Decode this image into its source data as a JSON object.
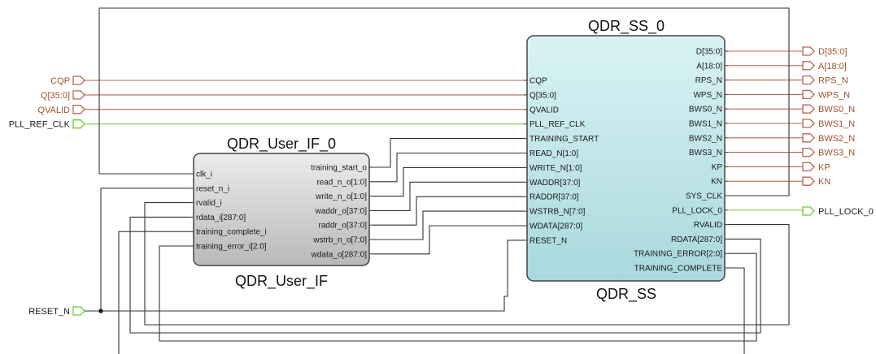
{
  "colors": {
    "wire": "#333333",
    "data_wire": "#b5674d",
    "clk_wire": "#7ec850",
    "port_fill": "#ffffff",
    "port_stroke": "#b5674d",
    "clk_port_stroke": "#66cc33",
    "ss_fill": "#c9ecef",
    "uif_fill": "#d6d6d6"
  },
  "blocks": {
    "ss": {
      "instance": "QDR_SS_0",
      "type": "QDR_SS",
      "left_pins": [
        "CQP",
        "Q[35:0]",
        "QVALID",
        "PLL_REF_CLK",
        "TRAINING_START",
        "READ_N[1:0]",
        "WRITE_N[1:0]",
        "WADDR[37:0]",
        "RADDR[37:0]",
        "WSTRB_N[7:0]",
        "WDATA[287:0]",
        "RESET_N"
      ],
      "right_pins": [
        "D[35:0]",
        "A[18:0]",
        "RPS_N",
        "WPS_N",
        "BWS0_N",
        "BWS1_N",
        "BWS2_N",
        "BWS3_N",
        "KP",
        "KN",
        "SYS_CLK",
        "PLL_LOCK_0",
        "RVALID",
        "RDATA[287:0]",
        "TRAINING_ERROR[2:0]",
        "TRAINING_COMPLETE"
      ]
    },
    "uif": {
      "instance": "QDR_User_IF_0",
      "type": "QDR_User_IF",
      "left_pins": [
        "clk_i",
        "reset_n_i",
        "rvalid_i",
        "rdata_i[287:0]",
        "training_complete_i",
        "training_error_i[2:0]"
      ],
      "right_pins": [
        "training_start_o",
        "read_n_o[1:0]",
        "write_n_o[1:0]",
        "waddr_o[37:0]",
        "raddr_o[37:0]",
        "wstrb_n_o[7:0]",
        "wdata_o[287:0]"
      ]
    }
  },
  "ports": {
    "inputs": [
      "CQP",
      "Q[35:0]",
      "QVALID",
      "PLL_REF_CLK"
    ],
    "reset": "RESET_N",
    "outputs": [
      "D[35:0]",
      "A[18:0]",
      "RPS_N",
      "WPS_N",
      "BWS0_N",
      "BWS1_N",
      "BWS2_N",
      "BWS3_N",
      "KP",
      "KN"
    ],
    "pll_lock": "PLL_LOCK_0"
  }
}
